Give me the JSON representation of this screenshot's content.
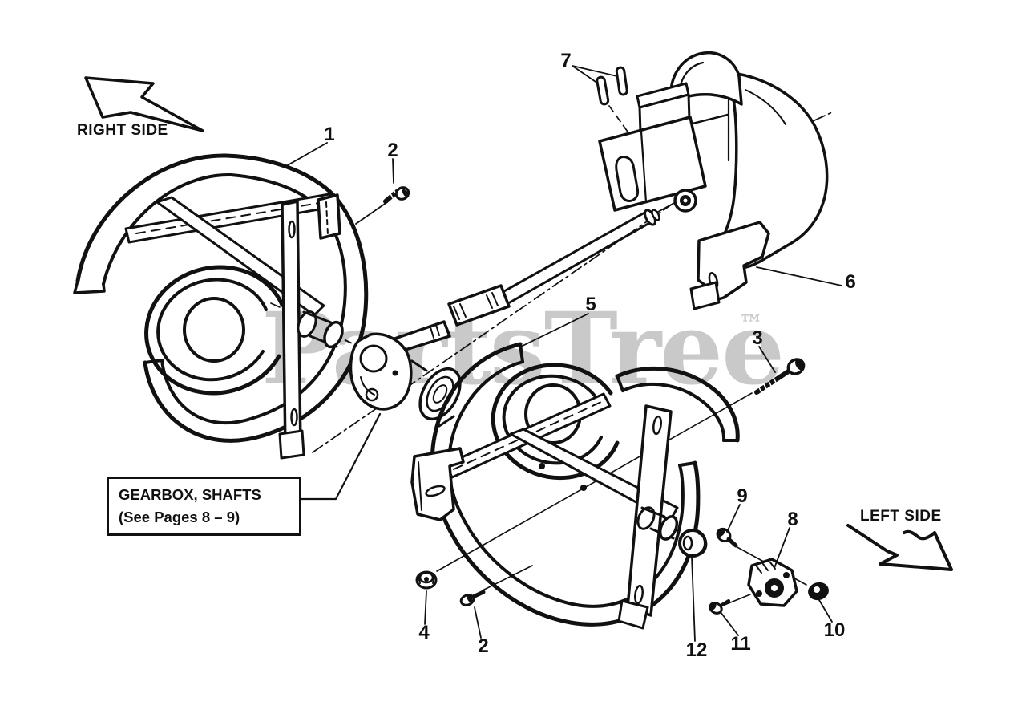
{
  "watermark": {
    "text": "PartsTree",
    "trademark": "™"
  },
  "orientation": {
    "right": "RIGHT SIDE",
    "left": "LEFT SIDE"
  },
  "callout": {
    "line1": "GEARBOX, SHAFTS",
    "line2": "(See Pages 8 – 9)"
  },
  "parts": {
    "p1": "1",
    "p2a": "2",
    "p2b": "2",
    "p3": "3",
    "p4": "4",
    "p5": "5",
    "p6": "6",
    "p7": "7",
    "p8": "8",
    "p9": "9",
    "p10": "10",
    "p11": "11",
    "p12": "12"
  },
  "colors": {
    "ink": "#111111",
    "watermark": "#c9c9c9",
    "paper": "#ffffff"
  }
}
